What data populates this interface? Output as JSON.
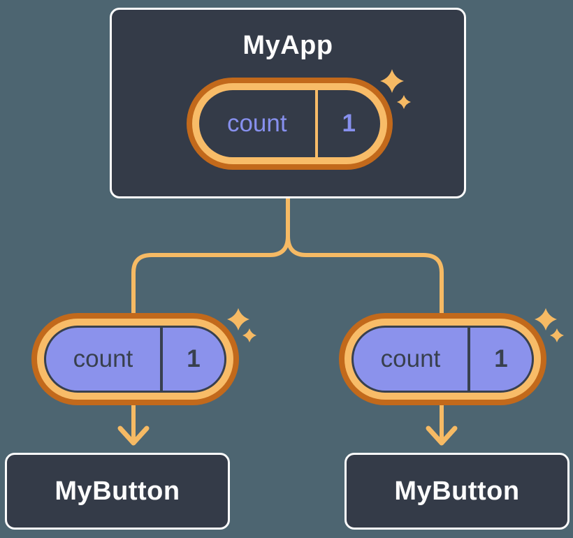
{
  "diagram": {
    "description": "Component tree with shared state passed down",
    "root": {
      "title": "MyApp",
      "state": {
        "label": "count",
        "value": "1"
      }
    },
    "children": [
      {
        "title": "MyButton",
        "state": {
          "label": "count",
          "value": "1"
        }
      },
      {
        "title": "MyButton",
        "state": {
          "label": "count",
          "value": "1"
        }
      }
    ]
  },
  "theme": {
    "bg": "#4D6571",
    "node_fill": "#343B48",
    "node_border": "#FCFCFC",
    "ring_outer": "#C2691B",
    "ring_inner": "#F8BC68",
    "line": "#F6BA64",
    "pill_fill": "#8B92EC",
    "pill_outline": "#38404E",
    "text_light": "#FCFCFC",
    "text_purple": "#8790EE",
    "text_dark": "#38404E"
  }
}
